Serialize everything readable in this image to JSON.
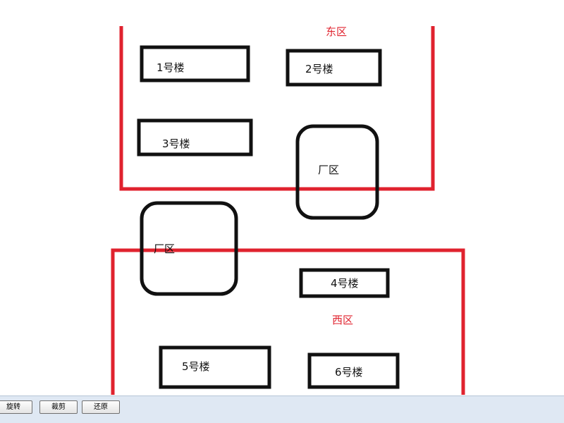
{
  "diagram": {
    "colors": {
      "zone_border": "#e0222e",
      "zone_label": "#e0222e",
      "building_border": "#111111"
    },
    "zones": [
      {
        "id": "east",
        "label": "东区"
      },
      {
        "id": "west",
        "label": "西区"
      }
    ],
    "buildings": [
      {
        "id": "b1",
        "label": "1号楼"
      },
      {
        "id": "b2",
        "label": "2号楼"
      },
      {
        "id": "b3",
        "label": "3号楼"
      },
      {
        "id": "b4",
        "label": "4号楼"
      },
      {
        "id": "b5",
        "label": "5号楼"
      },
      {
        "id": "b6",
        "label": "6号楼"
      }
    ],
    "factories": [
      {
        "id": "f1",
        "label": "厂区"
      },
      {
        "id": "f2",
        "label": "厂区"
      }
    ]
  },
  "toolbar": {
    "rotate_label": "旋转",
    "crop_label": "裁剪",
    "restore_label": "还原"
  }
}
